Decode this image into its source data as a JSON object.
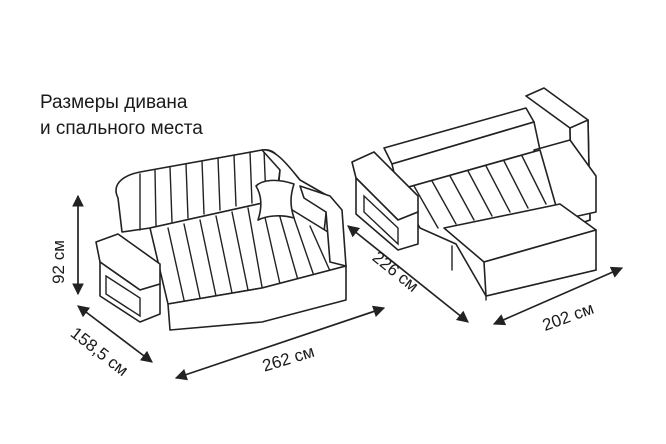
{
  "title": {
    "line1": "Размеры дивана",
    "line2": "и спального места"
  },
  "dimensions": {
    "height": "92 см",
    "depth": "158,5 см",
    "width": "262 см",
    "bed_length": "226 см",
    "bed_width": "202 см"
  },
  "colors": {
    "line": "#222222",
    "background": "#ffffff"
  }
}
